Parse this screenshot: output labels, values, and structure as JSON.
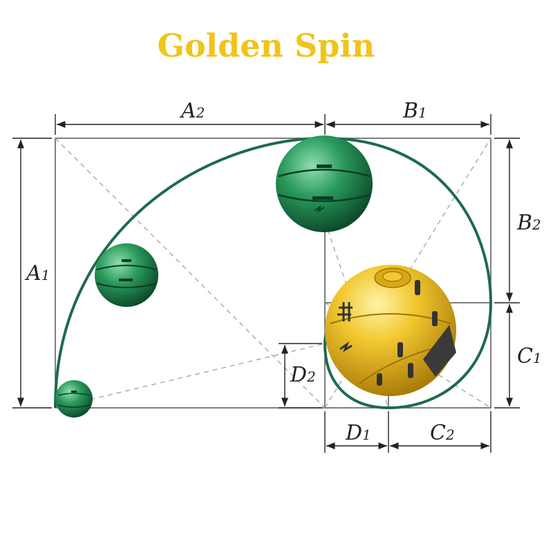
{
  "title": "Golden Spin",
  "colors": {
    "title": "#f0c419",
    "spiral": "#1e6b4a",
    "frame": "#555555",
    "guide": "#9a9a9a",
    "green_ball": "#1f8a4c",
    "gold_ball": "#e8b820"
  },
  "dimensions": [
    {
      "id": "a2",
      "letter": "A",
      "index": "2"
    },
    {
      "id": "b1",
      "letter": "B",
      "index": "1"
    },
    {
      "id": "a1",
      "letter": "A",
      "index": "1"
    },
    {
      "id": "b2",
      "letter": "B",
      "index": "2"
    },
    {
      "id": "c1",
      "letter": "C",
      "index": "1"
    },
    {
      "id": "d2",
      "letter": "D",
      "index": "2"
    },
    {
      "id": "d1",
      "letter": "D",
      "index": "1"
    },
    {
      "id": "c2",
      "letter": "C",
      "index": "2"
    }
  ],
  "balls": [
    {
      "id": "small-green",
      "color": "green"
    },
    {
      "id": "medium-green",
      "color": "green"
    },
    {
      "id": "large-green",
      "color": "green"
    },
    {
      "id": "gold",
      "color": "gold"
    }
  ]
}
